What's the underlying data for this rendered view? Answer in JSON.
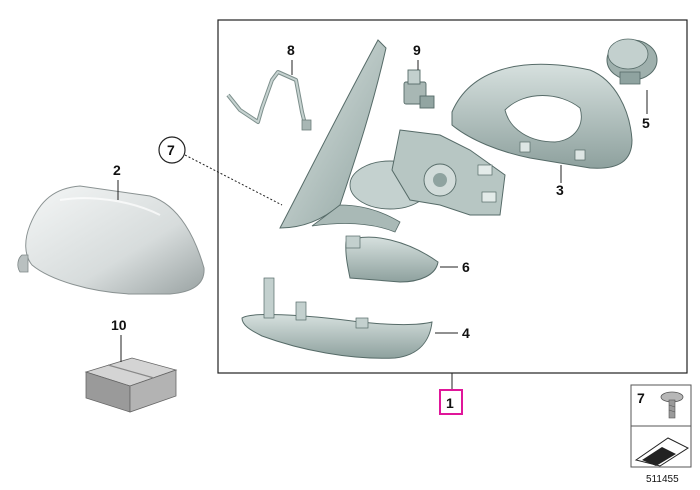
{
  "callouts": {
    "c1": "1",
    "c2": "2",
    "c3": "3",
    "c4": "4",
    "c5": "5",
    "c6": "6",
    "c7": "7",
    "c8": "8",
    "c9": "9",
    "c10": "10"
  },
  "legend": {
    "part_number": "7"
  },
  "diagram_id": "511455",
  "colors": {
    "part_fill": "#c9d5d3",
    "part_shade": "#8fa3a0",
    "box_stroke": "#222222",
    "highlight": "#e0169a"
  },
  "icons": [
    "screw-icon",
    "adhesive-tape-icon"
  ]
}
